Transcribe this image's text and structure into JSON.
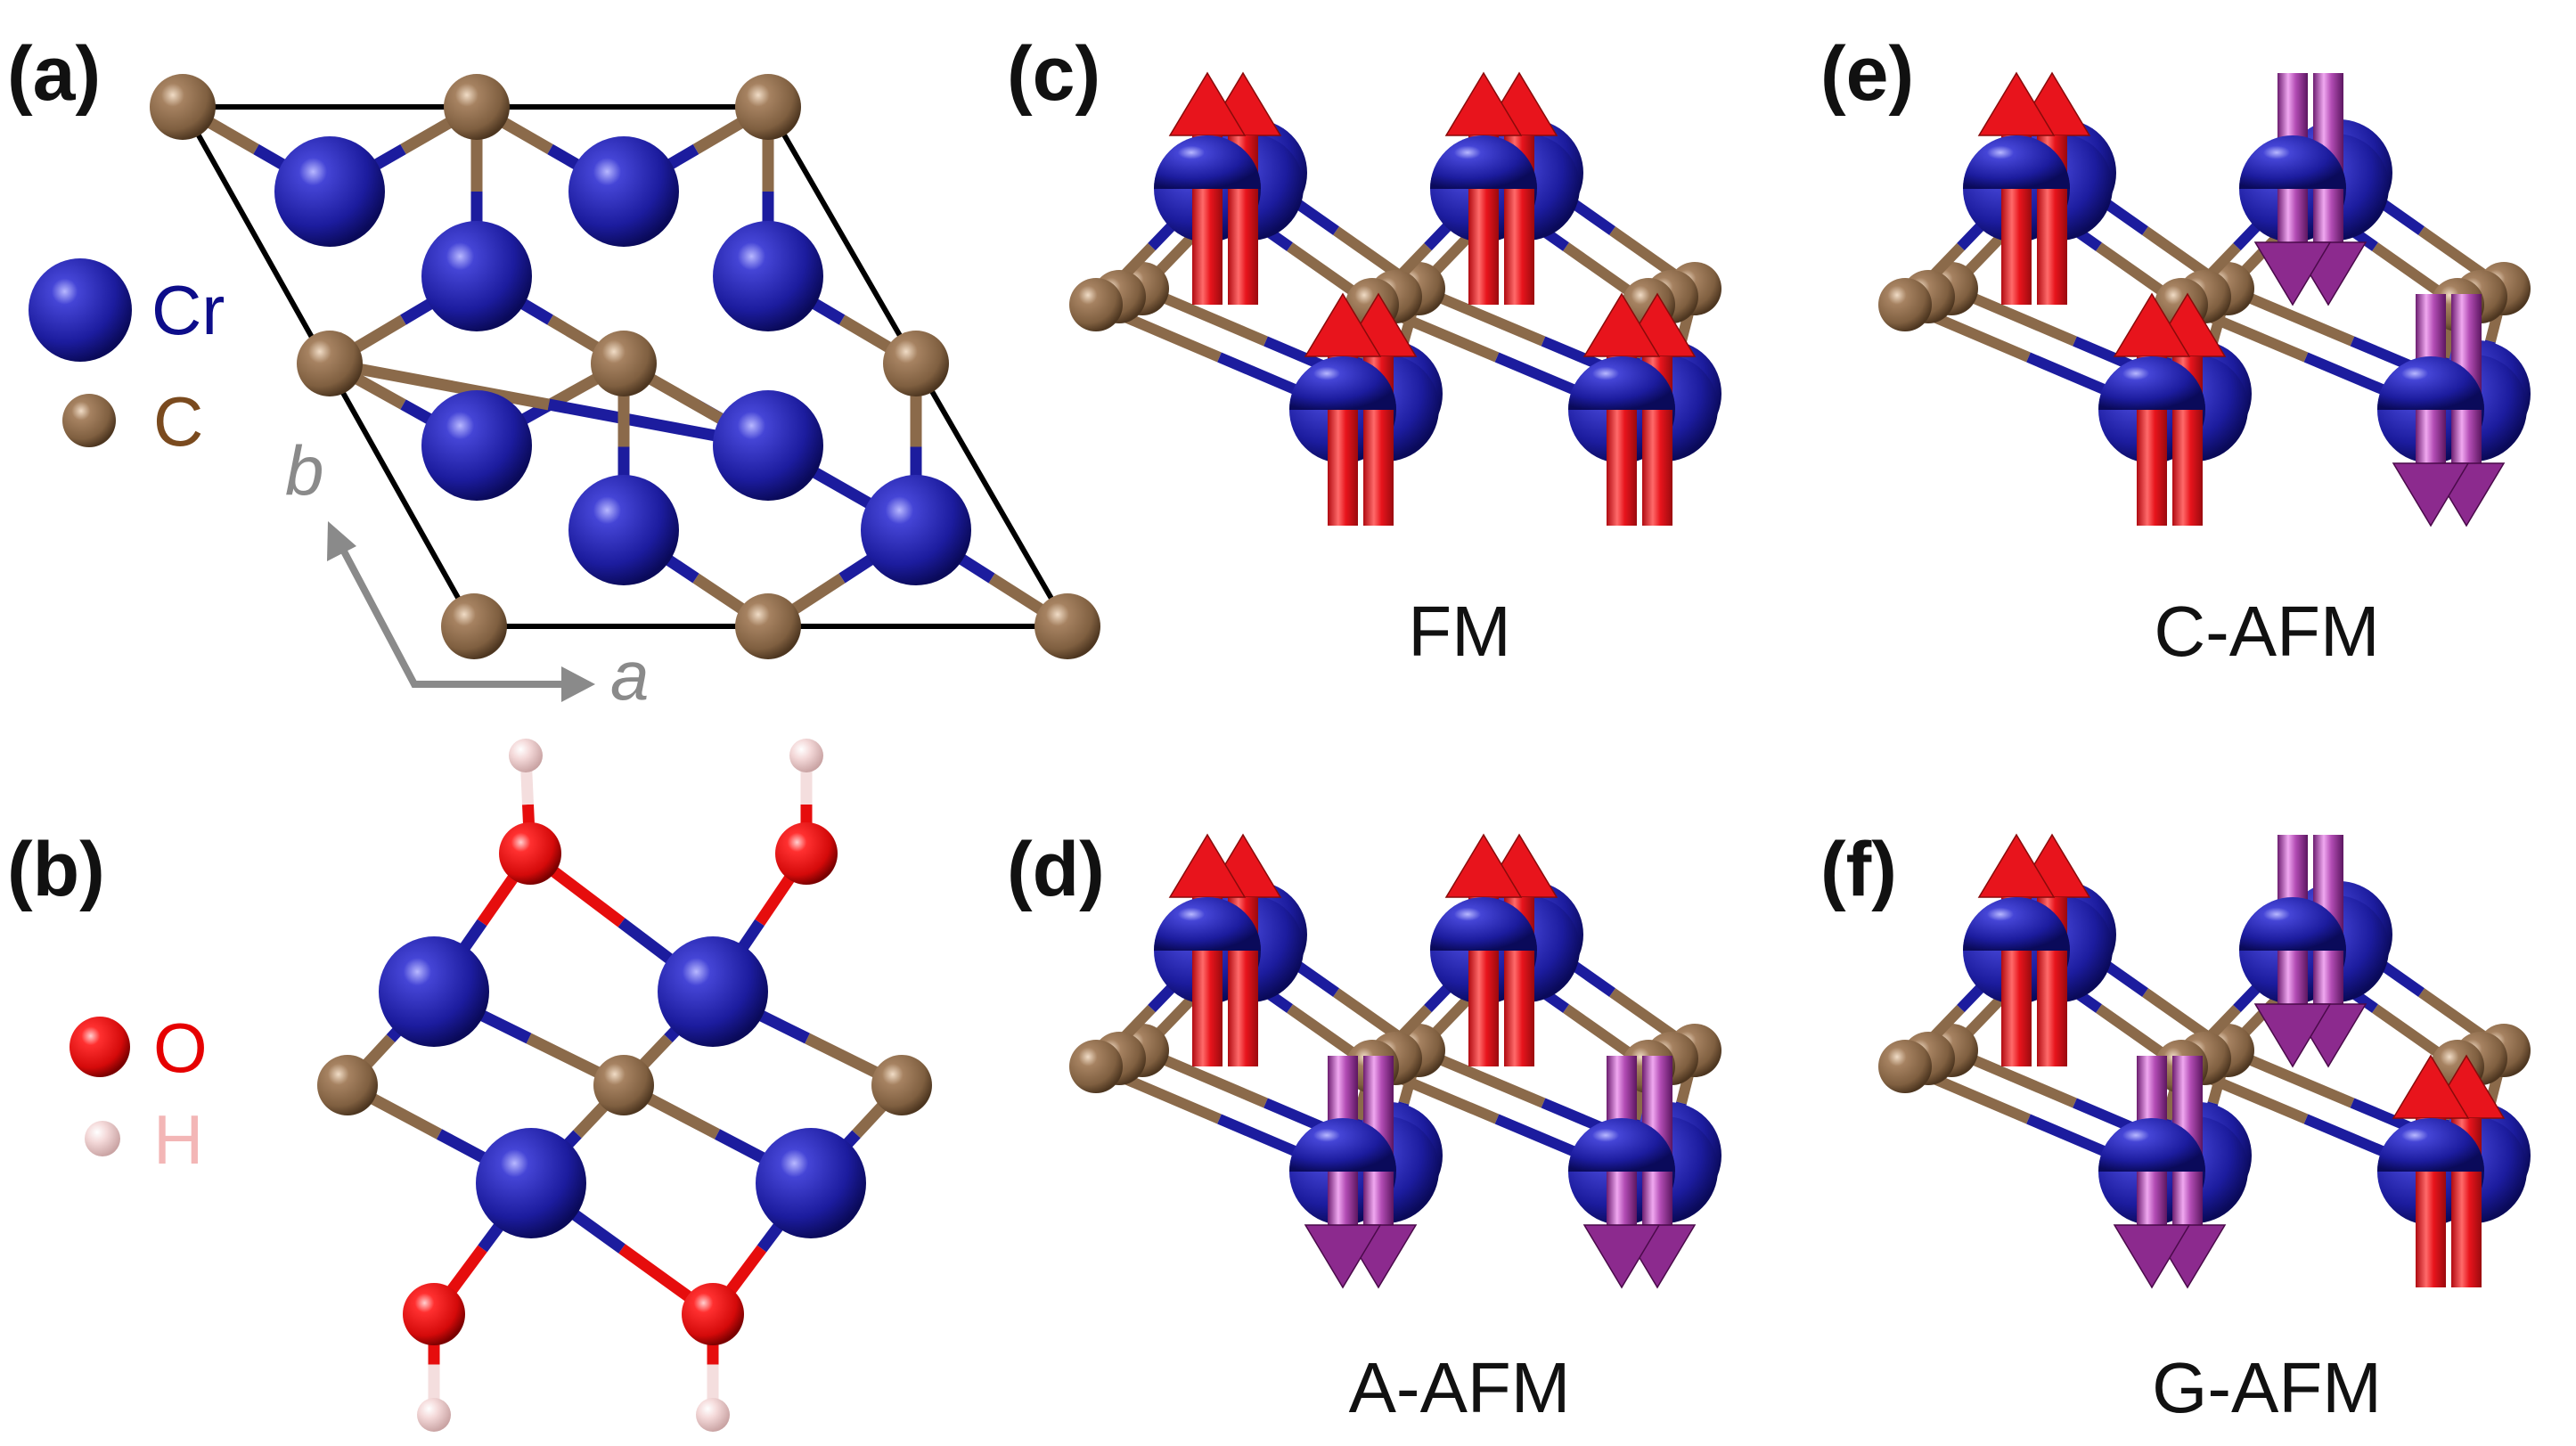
{
  "panels": {
    "a": "(a)",
    "b": "(b)",
    "c": "(c)",
    "d": "(d)",
    "e": "(e)",
    "f": "(f)"
  },
  "legend": {
    "cr": "Cr",
    "c": "C",
    "o": "O",
    "h": "H"
  },
  "lattice_axes": {
    "a": "a",
    "b": "b"
  },
  "magnetic_states": {
    "c": "FM",
    "d": "A-AFM",
    "e": "C-AFM",
    "f": "G-AFM"
  },
  "spin_configurations": {
    "c": {
      "top_left": "up",
      "top_right": "up",
      "bottom_left": "up",
      "bottom_right": "up"
    },
    "d": {
      "top_left": "up",
      "top_right": "up",
      "bottom_left": "down",
      "bottom_right": "down"
    },
    "e": {
      "top_left": "up",
      "top_right": "down",
      "bottom_left": "up",
      "bottom_right": "down"
    },
    "f": {
      "top_left": "up",
      "top_right": "down",
      "bottom_left": "down",
      "bottom_right": "up"
    }
  },
  "colors": {
    "cr": "#1c1c9e",
    "c": "#8b6a4a",
    "o": "#e60d0d",
    "h": "#f2c6c6",
    "spin_up": "#e8141c",
    "spin_down": "#8c2a8e",
    "cr_label": "#0d0d8a",
    "c_label": "#7a4a1e",
    "o_label": "#e60000",
    "h_label": "#f3b6b6",
    "axis": "#8a8a8a"
  }
}
